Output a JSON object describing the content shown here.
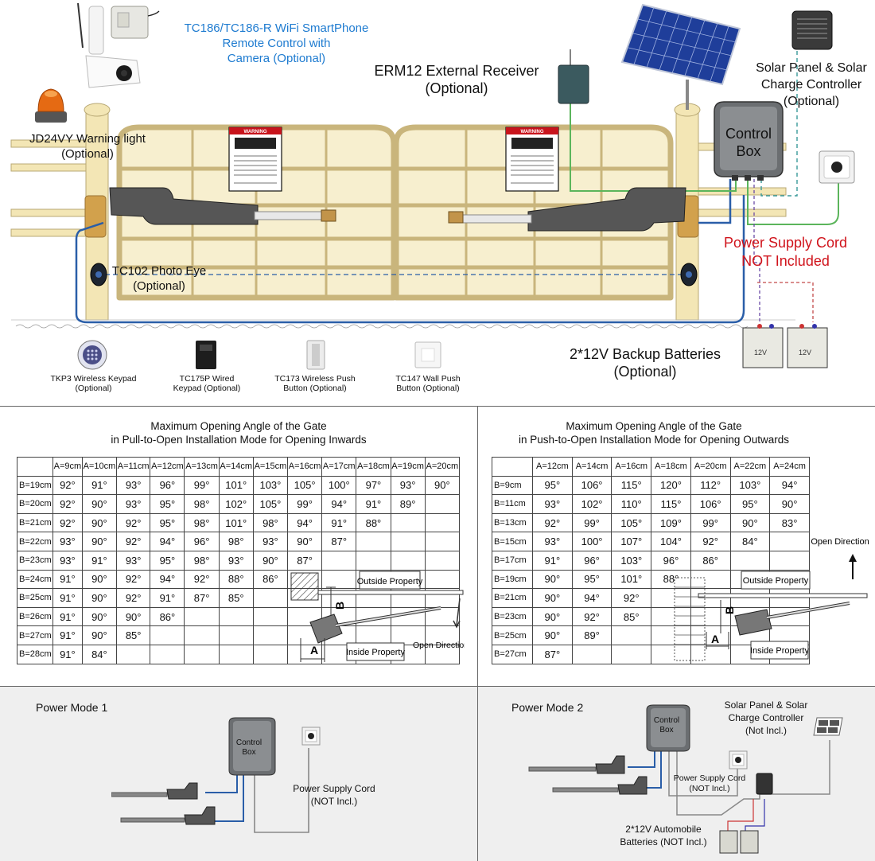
{
  "top": {
    "labels": {
      "wifi": "TC186/TC186-R WiFi SmartPhone\nRemote Control with\nCamera (Optional)",
      "receiver": "ERM12 External Receiver\n(Optional)",
      "solar": "Solar Panel & Solar\nCharge Controller\n(Optional)",
      "warning_light": "JD24VY Warning light\n(Optional)",
      "control_box": "Control\nBox",
      "photo_eye": "TC102  Photo Eye\n(Optional)",
      "power_cord": "Power Supply Cord\nNOT Included",
      "batteries": "2*12V Backup Batteries\n(Optional)",
      "battery_marking": "12V",
      "sign_heading": "WARNING"
    },
    "accessories": [
      {
        "name": "TKP3 Wireless Keypad\n(Optional)"
      },
      {
        "name": "TC175P Wired\nKeypad (Optional)"
      },
      {
        "name": "TC173 Wireless Push\nButton (Optional)"
      },
      {
        "name": "TC147 Wall Push\nButton (Optional)"
      }
    ],
    "colors": {
      "cable_blue": "#2a5ea8",
      "cable_green": "#5bb55b",
      "cable_teal": "#3a9a9a",
      "gate": "#f3e6b5",
      "label_blue": "#1e7bd0",
      "label_red": "#d0141c"
    }
  },
  "pull_table": {
    "title": "Maximum Opening Angle of the Gate\nin Pull-to-Open Installation Mode for Opening Inwards",
    "columns": [
      "A=9cm",
      "A=10cm",
      "A=11cm",
      "A=12cm",
      "A=13cm",
      "A=14cm",
      "A=15cm",
      "A=16cm",
      "A=17cm",
      "A=18cm",
      "A=19cm",
      "A=20cm"
    ],
    "rows": [
      {
        "b": "B=19cm",
        "v": [
          "92°",
          "91°",
          "93°",
          "96°",
          "99°",
          "101°",
          "103°",
          "105°",
          "100°",
          "97°",
          "93°",
          "90°"
        ]
      },
      {
        "b": "B=20cm",
        "v": [
          "92°",
          "90°",
          "93°",
          "95°",
          "98°",
          "102°",
          "105°",
          "99°",
          "94°",
          "91°",
          "89°",
          ""
        ]
      },
      {
        "b": "B=21cm",
        "v": [
          "92°",
          "90°",
          "92°",
          "95°",
          "98°",
          "101°",
          "98°",
          "94°",
          "91°",
          "88°",
          "",
          ""
        ]
      },
      {
        "b": "B=22cm",
        "v": [
          "93°",
          "90°",
          "92°",
          "94°",
          "96°",
          "98°",
          "93°",
          "90°",
          "87°",
          "",
          "",
          ""
        ]
      },
      {
        "b": "B=23cm",
        "v": [
          "93°",
          "91°",
          "93°",
          "95°",
          "98°",
          "93°",
          "90°",
          "87°",
          "",
          "",
          "",
          ""
        ]
      },
      {
        "b": "B=24cm",
        "v": [
          "91°",
          "90°",
          "92°",
          "94°",
          "92°",
          "88°",
          "86°",
          "",
          "",
          "",
          "",
          ""
        ]
      },
      {
        "b": "B=25cm",
        "v": [
          "91°",
          "90°",
          "92°",
          "91°",
          "87°",
          "85°",
          "",
          "",
          "",
          "",
          "",
          ""
        ]
      },
      {
        "b": "B=26cm",
        "v": [
          "91°",
          "90°",
          "90°",
          "86°",
          "",
          "",
          "",
          "",
          "",
          "",
          "",
          ""
        ]
      },
      {
        "b": "B=27cm",
        "v": [
          "91°",
          "90°",
          "85°",
          "",
          "",
          "",
          "",
          "",
          "",
          "",
          "",
          ""
        ]
      },
      {
        "b": "B=28cm",
        "v": [
          "91°",
          "84°",
          "",
          "",
          "",
          "",
          "",
          "",
          "",
          "",
          "",
          ""
        ]
      }
    ],
    "diagram": {
      "outside": "Outside Property",
      "inside": "Inside Property",
      "direction": "Open Direction",
      "a": "A",
      "b": "B"
    }
  },
  "push_table": {
    "title": "Maximum Opening Angle of the Gate\nin Push-to-Open Installation Mode for Opening Outwards",
    "columns": [
      "A=12cm",
      "A=14cm",
      "A=16cm",
      "A=18cm",
      "A=20cm",
      "A=22cm",
      "A=24cm"
    ],
    "rows": [
      {
        "b": "B=9cm",
        "v": [
          "95°",
          "106°",
          "115°",
          "120°",
          "112°",
          "103°",
          "94°"
        ]
      },
      {
        "b": "B=11cm",
        "v": [
          "93°",
          "102°",
          "110°",
          "115°",
          "106°",
          "95°",
          "90°"
        ]
      },
      {
        "b": "B=13cm",
        "v": [
          "92°",
          "99°",
          "105°",
          "109°",
          "99°",
          "90°",
          "83°"
        ]
      },
      {
        "b": "B=15cm",
        "v": [
          "93°",
          "100°",
          "107°",
          "104°",
          "92°",
          "84°",
          ""
        ]
      },
      {
        "b": "B=17cm",
        "v": [
          "91°",
          "96°",
          "103°",
          "96°",
          "86°",
          "",
          ""
        ]
      },
      {
        "b": "B=19cm",
        "v": [
          "90°",
          "95°",
          "101°",
          "88°",
          "",
          "",
          ""
        ]
      },
      {
        "b": "B=21cm",
        "v": [
          "90°",
          "94°",
          "92°",
          "",
          "",
          "",
          ""
        ]
      },
      {
        "b": "B=23cm",
        "v": [
          "90°",
          "92°",
          "85°",
          "",
          "",
          "",
          ""
        ]
      },
      {
        "b": "B=25cm",
        "v": [
          "90°",
          "89°",
          "",
          "",
          "",
          "",
          ""
        ]
      },
      {
        "b": "B=27cm",
        "v": [
          "87°",
          "",
          "",
          "",
          "",
          "",
          ""
        ]
      }
    ],
    "diagram": {
      "outside": "Outside Property",
      "inside": "Inside Property",
      "direction": "Open Direction",
      "a": "A",
      "b": "B"
    }
  },
  "power_mode_1": {
    "title": "Power Mode 1",
    "control_box": "Control\nBox",
    "cord": "Power Supply Cord\n(NOT Incl.)"
  },
  "power_mode_2": {
    "title": "Power Mode 2",
    "control_box": "Control\nBox",
    "solar": "Solar Panel & Solar\nCharge Controller\n(Not Incl.)",
    "cord": "Power Supply Cord\n(NOT Incl.)",
    "batteries": "2*12V Automobile\nBatteries (NOT Incl.)"
  }
}
